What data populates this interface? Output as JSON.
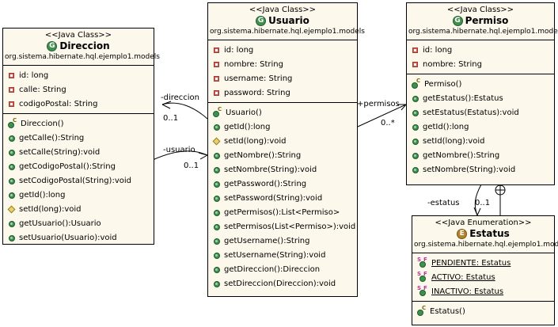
{
  "diagram": {
    "title": "UML Class Diagram",
    "background": "#ffffff",
    "class_fill": "#fdf8ec",
    "border": "#000000",
    "accent_public": "#3f8f4f",
    "accent_attr": "#e05a4f",
    "accent_protected": "#e8d06a",
    "accent_enum": "#b3832a"
  },
  "classes": {
    "direccion": {
      "stereotype": "<<Java Class>>",
      "name": "Direccion",
      "badge": "class-badge-icon",
      "package": "org.sistema.hibernate.hql.ejemplo1.models",
      "attributes": [
        {
          "icon": "attribute-icon",
          "text": "id: long"
        },
        {
          "icon": "attribute-icon",
          "text": "calle: String"
        },
        {
          "icon": "attribute-icon",
          "text": "codigoPostal: String"
        }
      ],
      "methods": [
        {
          "icon": "constructor-icon",
          "text": "Direccion()"
        },
        {
          "icon": "public-method-icon",
          "text": "getCalle():String"
        },
        {
          "icon": "public-method-icon",
          "text": "setCalle(String):void"
        },
        {
          "icon": "public-method-icon",
          "text": "getCodigoPostal():String"
        },
        {
          "icon": "public-method-icon",
          "text": "setCodigoPostal(String):void"
        },
        {
          "icon": "public-method-icon",
          "text": "getId():long"
        },
        {
          "icon": "protected-method-icon",
          "text": "setId(long):void"
        },
        {
          "icon": "public-method-icon",
          "text": "getUsuario():Usuario"
        },
        {
          "icon": "public-method-icon",
          "text": "setUsuario(Usuario):void"
        }
      ]
    },
    "usuario": {
      "stereotype": "<<Java Class>>",
      "name": "Usuario",
      "badge": "class-badge-icon",
      "package": "org.sistema.hibernate.hql.ejemplo1.models",
      "attributes": [
        {
          "icon": "attribute-icon",
          "text": "id: long"
        },
        {
          "icon": "attribute-icon",
          "text": "nombre: String"
        },
        {
          "icon": "attribute-icon",
          "text": "username: String"
        },
        {
          "icon": "attribute-icon",
          "text": "password: String"
        }
      ],
      "methods": [
        {
          "icon": "constructor-icon",
          "text": "Usuario()"
        },
        {
          "icon": "public-method-icon",
          "text": "getId():long"
        },
        {
          "icon": "protected-method-icon",
          "text": "setId(long):void"
        },
        {
          "icon": "public-method-icon",
          "text": "getNombre():String"
        },
        {
          "icon": "public-method-icon",
          "text": "setNombre(String):void"
        },
        {
          "icon": "public-method-icon",
          "text": "getPassword():String"
        },
        {
          "icon": "public-method-icon",
          "text": "setPassword(String):void"
        },
        {
          "icon": "public-method-icon",
          "text": "getPermisos():List<Permiso>"
        },
        {
          "icon": "public-method-icon",
          "text": "setPermisos(List<Permiso>):void"
        },
        {
          "icon": "public-method-icon",
          "text": "getUsername():String"
        },
        {
          "icon": "public-method-icon",
          "text": "setUsername(String):void"
        },
        {
          "icon": "public-method-icon",
          "text": "getDireccion():Direccion"
        },
        {
          "icon": "public-method-icon",
          "text": "setDireccion(Direccion):void"
        }
      ]
    },
    "permiso": {
      "stereotype": "<<Java Class>>",
      "name": "Permiso",
      "badge": "class-badge-icon",
      "package": "org.sistema.hibernate.hql.ejemplo1.models",
      "attributes": [
        {
          "icon": "attribute-icon",
          "text": "id: long"
        },
        {
          "icon": "attribute-icon",
          "text": "nombre: String"
        }
      ],
      "methods": [
        {
          "icon": "constructor-icon",
          "text": "Permiso()"
        },
        {
          "icon": "public-method-icon",
          "text": "getEstatus():Estatus"
        },
        {
          "icon": "public-method-icon",
          "text": "setEstatus(Estatus):void"
        },
        {
          "icon": "public-method-icon",
          "text": "getId():long"
        },
        {
          "icon": "public-method-icon",
          "text": "setId(long):void"
        },
        {
          "icon": "public-method-icon",
          "text": "getNombre():String"
        },
        {
          "icon": "public-method-icon",
          "text": "setNombre(String):void"
        }
      ]
    },
    "estatus": {
      "stereotype": "<<Java Enumeration>>",
      "name": "Estatus",
      "badge": "enum-badge-icon",
      "package": "org.sistema.hibernate.hql.ejemplo1.models",
      "attributes": [
        {
          "icon": "enum-constant-icon",
          "text": "PENDIENTE: Estatus"
        },
        {
          "icon": "enum-constant-icon",
          "text": "ACTIVO: Estatus"
        },
        {
          "icon": "enum-constant-icon",
          "text": "INACTIVO: Estatus"
        }
      ],
      "methods": [
        {
          "icon": "constructor-icon",
          "text": "Estatus()"
        }
      ]
    }
  },
  "relationships": [
    {
      "id": "direccion-assoc",
      "role": "-direccion",
      "multiplicity": "0..1",
      "from": "usuario",
      "to": "direccion"
    },
    {
      "id": "usuario-assoc",
      "role": "-usuario",
      "multiplicity": "0..1",
      "from": "direccion",
      "to": "usuario"
    },
    {
      "id": "permisos-assoc",
      "role": "+permisos",
      "multiplicity": "0..*",
      "from": "usuario",
      "to": "permiso"
    },
    {
      "id": "estatus-assoc",
      "role": "-estatus",
      "multiplicity": "0..1",
      "from": "permiso",
      "to": "estatus"
    }
  ]
}
